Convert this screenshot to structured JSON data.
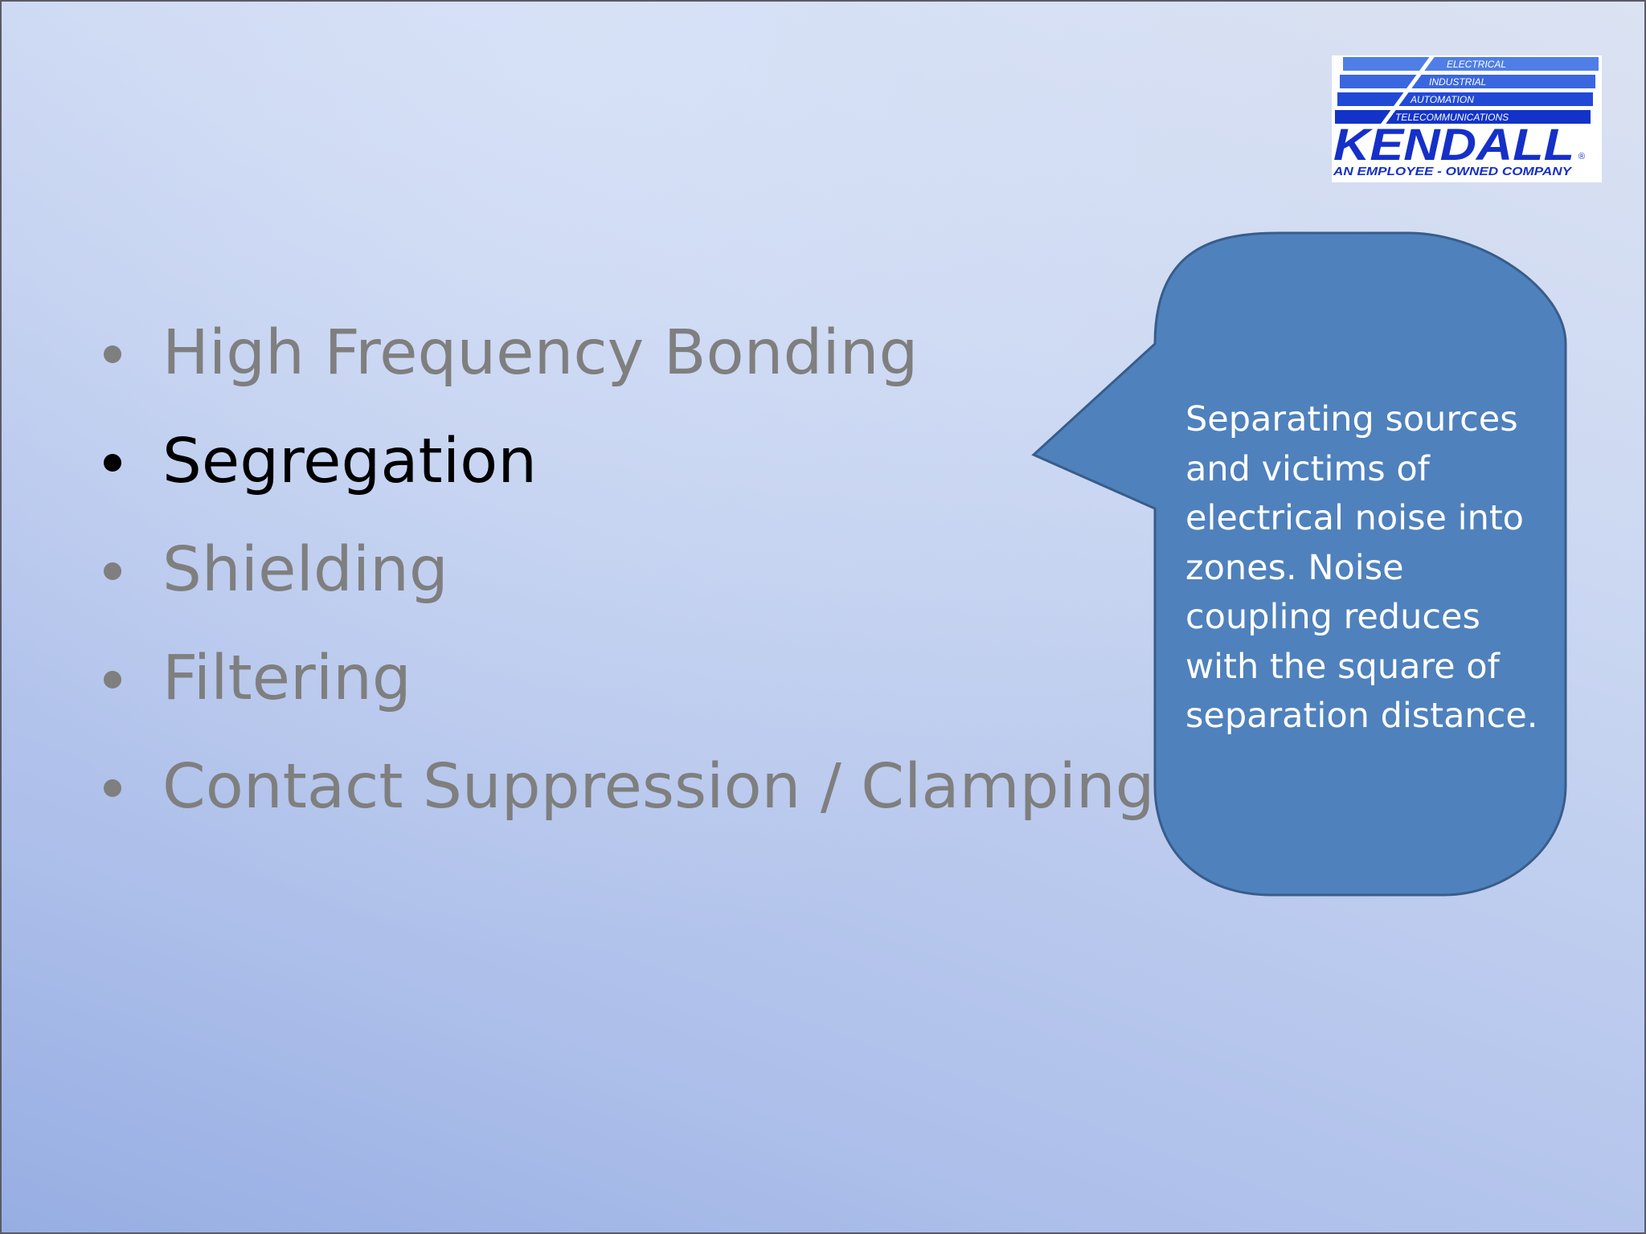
{
  "slide": {
    "background_colors": [
      "#97aee3",
      "#dbe2f2"
    ]
  },
  "logo": {
    "lines": [
      "ELECTRICAL",
      "INDUSTRIAL",
      "AUTOMATION",
      "TELECOMMUNICATIONS"
    ],
    "name": "KENDALL",
    "registered": "®",
    "tagline": "AN EMPLOYEE - OWNED COMPANY",
    "brand_color": "#1530c8"
  },
  "bullets": [
    {
      "label": "High Frequency Bonding",
      "active": false
    },
    {
      "label": "Segregation",
      "active": true
    },
    {
      "label": "Shielding",
      "active": false
    },
    {
      "label": "Filtering",
      "active": false
    },
    {
      "label": "Contact Suppression / Clamping",
      "active": false
    }
  ],
  "callout": {
    "text": "Separating sources and victims of electrical noise into zones. Noise coupling reduces with the square of separation distance.",
    "fill_color": "#4f81bd",
    "stroke_color": "#385d8a"
  }
}
